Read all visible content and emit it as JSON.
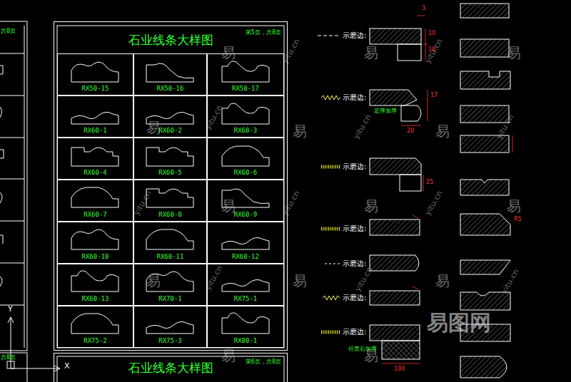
{
  "diagram": {
    "nodes": [
      {
        "text": [
          "石业线条大样图",
          "第5页，共8页"
        ]
      },
      {
        "text": [
          "RX50-15"
        ],
        "in": 0
      },
      {
        "text": [
          "RX50-16"
        ],
        "in": 0
      },
      {
        "text": [
          "RX50-17"
        ],
        "in": 0
      },
      {
        "text": [
          "RX60-1"
        ],
        "in": 0
      },
      {
        "text": [
          "RX60-2"
        ],
        "in": 0
      },
      {
        "text": [
          "RX60-3"
        ],
        "in": 0
      },
      {
        "text": [
          "RX60-4"
        ],
        "in": 0
      },
      {
        "text": [
          "RX60-5"
        ],
        "in": 0
      },
      {
        "text": [
          "RX60-6"
        ],
        "in": 0
      },
      {
        "text": [
          "RX60-7"
        ],
        "in": 0
      },
      {
        "text": [
          "RX60-8"
        ],
        "in": 0
      },
      {
        "text": [
          "RX60-9"
        ],
        "in": 0
      },
      {
        "text": [
          "RX60-10"
        ],
        "in": 0
      },
      {
        "text": [
          "RX60-11"
        ],
        "in": 0
      },
      {
        "text": [
          "RX60-12"
        ],
        "in": 0
      },
      {
        "text": [
          "RX60-13"
        ],
        "in": 0
      },
      {
        "text": [
          "RX70-1"
        ],
        "in": 0
      },
      {
        "text": [
          "RX75-1"
        ],
        "in": 0
      },
      {
        "text": [
          "RX75-2"
        ],
        "in": 0
      },
      {
        "text": [
          "RX75-3"
        ],
        "in": 0
      },
      {
        "text": [
          "RX80-1"
        ],
        "in": 0
      },
      {
        "text": [
          "石业线条大样图",
          "第6页，共8页"
        ]
      }
    ],
    "labels": [
      "共8页",
      "共8页",
      "示磨边:",
      "示磨边:",
      "定厚加厚",
      "示磨边:",
      "示磨边:",
      "示磨边:",
      "示磨边:",
      "示磨边:",
      "任意石加厚",
      "3",
      "10",
      "18",
      "17",
      "20",
      "25",
      "R5",
      "100",
      "Y",
      "X",
      "易",
      "易",
      "易",
      "易",
      "易",
      "易",
      "易",
      "易",
      "易",
      "易",
      "易",
      "易",
      "易",
      "易",
      "yitu.cn",
      "yitu.cn",
      "yitu.cn",
      "yitu.cn",
      "yitu.cn",
      "yitu.cn",
      "yitu.cn",
      "yitu.cn",
      "yitu.cn",
      "yitu.cn",
      "yitu.cn",
      "易图网"
    ]
  }
}
